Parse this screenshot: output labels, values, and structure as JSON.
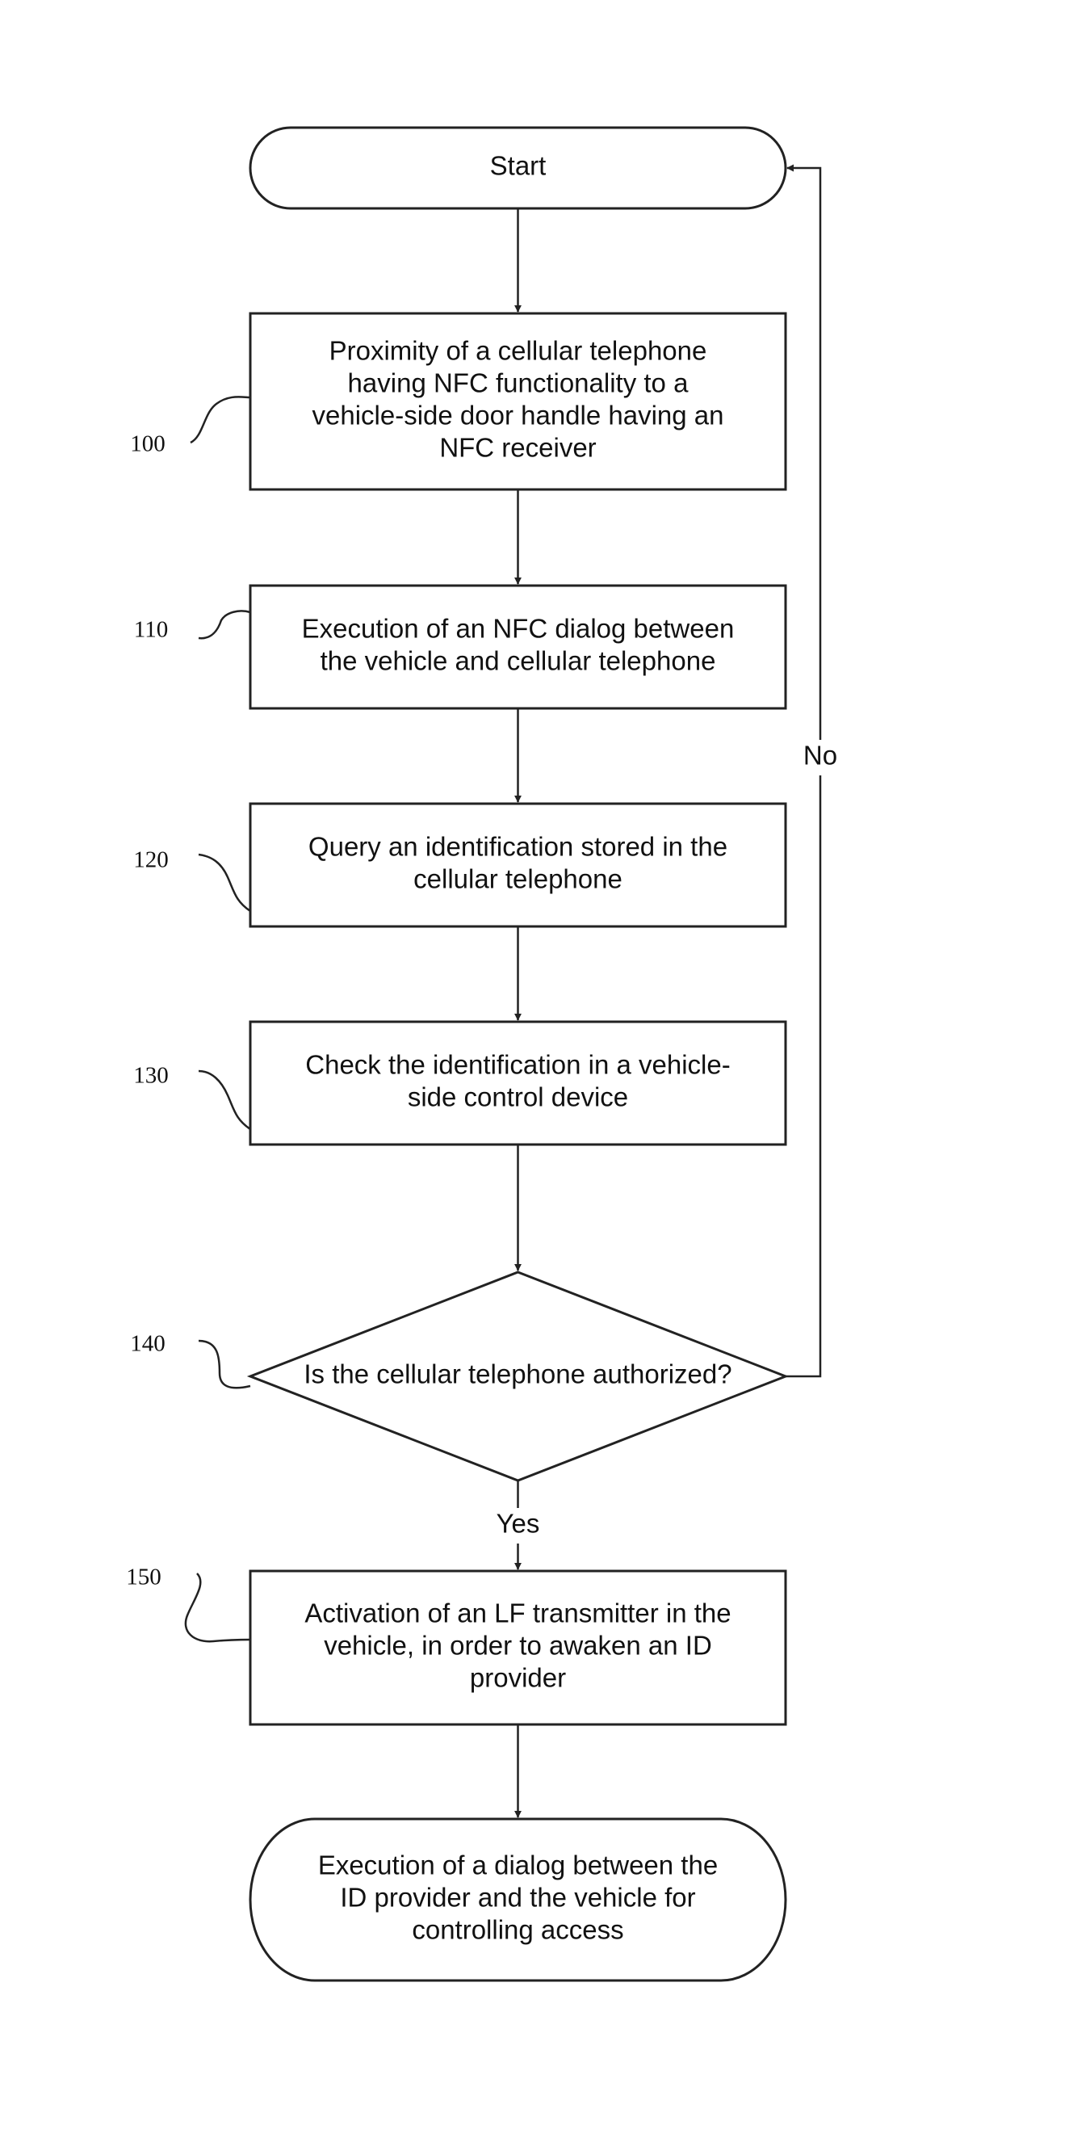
{
  "nodes": [
    {
      "id": "start",
      "shape": "terminal",
      "lines": [
        "Start"
      ]
    },
    {
      "id": "step-100",
      "shape": "box",
      "ref": "100",
      "lines": [
        "Proximity of a cellular telephone",
        "having NFC functionality to a",
        "vehicle-side door handle having an",
        "NFC receiver"
      ]
    },
    {
      "id": "step-110",
      "shape": "box",
      "ref": "110",
      "lines": [
        "Execution of an NFC dialog between",
        "the vehicle and cellular telephone"
      ]
    },
    {
      "id": "step-120",
      "shape": "box",
      "ref": "120",
      "lines": [
        "Query an identification stored in the",
        "cellular telephone"
      ]
    },
    {
      "id": "step-130",
      "shape": "box",
      "ref": "130",
      "lines": [
        "Check the identification in a vehicle-",
        "side control device"
      ]
    },
    {
      "id": "decision-140",
      "shape": "diamond",
      "ref": "140",
      "lines": [
        "Is the cellular telephone authorized?"
      ]
    },
    {
      "id": "step-150",
      "shape": "box",
      "ref": "150",
      "lines": [
        "Activation of an LF transmitter in the",
        "vehicle, in order to awaken an ID",
        "provider"
      ]
    },
    {
      "id": "end",
      "shape": "terminal",
      "lines": [
        "Execution of a dialog between the",
        "ID provider and the vehicle for",
        "controlling access"
      ]
    }
  ],
  "edges": [
    {
      "from": "start",
      "to": "step-100",
      "label": ""
    },
    {
      "from": "step-100",
      "to": "step-110",
      "label": ""
    },
    {
      "from": "step-110",
      "to": "step-120",
      "label": ""
    },
    {
      "from": "step-120",
      "to": "step-130",
      "label": ""
    },
    {
      "from": "step-130",
      "to": "decision-140",
      "label": ""
    },
    {
      "from": "decision-140",
      "to": "step-150",
      "label": "Yes"
    },
    {
      "from": "decision-140",
      "to": "start",
      "label": "No"
    },
    {
      "from": "step-150",
      "to": "end",
      "label": ""
    }
  ]
}
